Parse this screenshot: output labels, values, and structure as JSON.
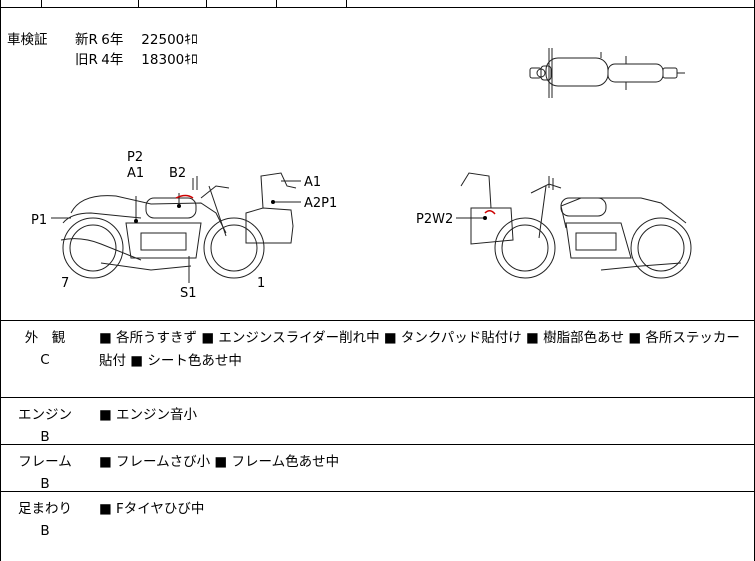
{
  "shaken": {
    "label": "車検証",
    "rows": [
      {
        "type": "新R",
        "years": "6年",
        "amount": "22500ｷﾛ"
      },
      {
        "type": "旧R",
        "years": "4年",
        "amount": "18300ｷﾛ"
      }
    ]
  },
  "damage_labels": {
    "p2": "P2",
    "a1_left": "A1",
    "b2": "B2",
    "p1": "P1",
    "seven": "7",
    "s1": "S1",
    "one": "1",
    "a1_right": "A1",
    "a2p1": "A2P1",
    "p2w2": "P2W2"
  },
  "sections": [
    {
      "category": "外　観",
      "grade": "C",
      "text": "■ 各所うすきず ■ エンジンスライダー削れ中 ■ タンクパッド貼付け ■ 樹脂部色あせ ■ 各所ステッカー貼付 ■ シート色あせ中"
    },
    {
      "category": "エンジン",
      "grade": "B",
      "text": "■ エンジン音小"
    },
    {
      "category": "フレーム",
      "grade": "B",
      "text": "■ フレームさび小 ■ フレーム色あせ中"
    },
    {
      "category": "足まわり",
      "grade": "B",
      "text": "■ Fタイヤひび中"
    }
  ]
}
